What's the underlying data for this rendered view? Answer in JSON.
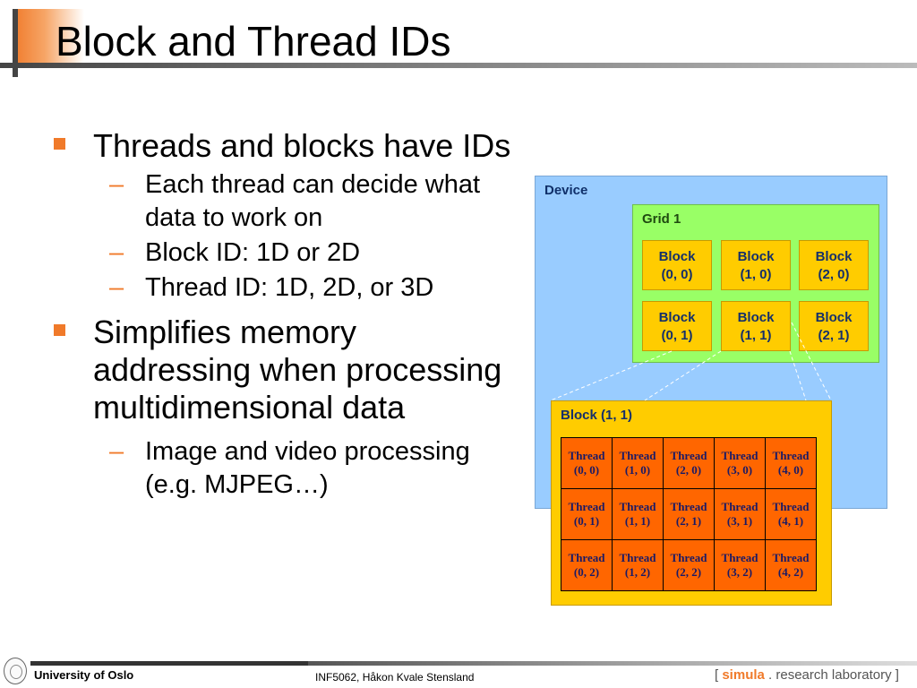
{
  "slide": {
    "title": "Block and Thread IDs"
  },
  "bullets": [
    {
      "text": "Threads and blocks have IDs",
      "sub": [
        "Each thread can decide what data to work on",
        "Block ID: 1D or 2D",
        "Thread ID: 1D, 2D, or 3D"
      ]
    },
    {
      "text": "Simplifies memory addressing when processing multidimensional data",
      "sub": [
        "Image and video processing (e.g. MJPEG…)"
      ]
    }
  ],
  "diagram": {
    "device_label": "Device",
    "grid_label": "Grid 1",
    "grid_blocks": [
      [
        "Block",
        "(0, 0)"
      ],
      [
        "Block",
        "(1, 0)"
      ],
      [
        "Block",
        "(2, 0)"
      ],
      [
        "Block",
        "(0, 1)"
      ],
      [
        "Block",
        "(1, 1)"
      ],
      [
        "Block",
        "(2, 1)"
      ]
    ],
    "zoom_block_label": "Block (1, 1)",
    "threads": [
      [
        [
          "Thread",
          "(0, 0)"
        ],
        [
          "Thread",
          "(1, 0)"
        ],
        [
          "Thread",
          "(2, 0)"
        ],
        [
          "Thread",
          "(3, 0)"
        ],
        [
          "Thread",
          "(4, 0)"
        ]
      ],
      [
        [
          "Thread",
          "(0, 1)"
        ],
        [
          "Thread",
          "(1, 1)"
        ],
        [
          "Thread",
          "(2, 1)"
        ],
        [
          "Thread",
          "(3, 1)"
        ],
        [
          "Thread",
          "(4, 1)"
        ]
      ],
      [
        [
          "Thread",
          "(0, 2)"
        ],
        [
          "Thread",
          "(1, 2)"
        ],
        [
          "Thread",
          "(2, 2)"
        ],
        [
          "Thread",
          "(3, 2)"
        ],
        [
          "Thread",
          "(4, 2)"
        ]
      ]
    ],
    "colors": {
      "device": "#99ccff",
      "grid": "#99ff66",
      "block": "#ffcc00",
      "thread": "#ff6600"
    }
  },
  "footer": {
    "university": "University of Oslo",
    "course": "INF5062, Håkon Kvale Stensland",
    "lab_open": "[",
    "lab_simula": "simula",
    "lab_rest": ". research laboratory",
    "lab_close": "]"
  },
  "accent_color": "#f07a2a"
}
